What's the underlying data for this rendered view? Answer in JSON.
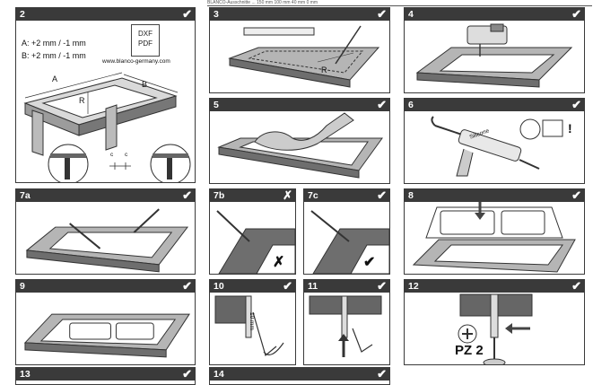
{
  "top_strip": {
    "text": "BLANCO-Ausschnitte ...    150 mm    100 mm    40 mm    0 mm"
  },
  "steps": [
    {
      "num": "2",
      "mark": "✔"
    },
    {
      "num": "3",
      "mark": "✔"
    },
    {
      "num": "4",
      "mark": "✔"
    },
    {
      "num": "5",
      "mark": "✔"
    },
    {
      "num": "6",
      "mark": "✔"
    },
    {
      "num": "7a",
      "mark": "✔"
    },
    {
      "num": "7b",
      "mark": "✗"
    },
    {
      "num": "7c",
      "mark": "✔"
    },
    {
      "num": "8",
      "mark": "✔"
    },
    {
      "num": "9",
      "mark": "✔"
    },
    {
      "num": "10",
      "mark": "✔"
    },
    {
      "num": "11",
      "mark": "✔"
    },
    {
      "num": "12",
      "mark": "✔"
    },
    {
      "num": "13",
      "mark": "✔"
    },
    {
      "num": "14",
      "mark": "✔"
    }
  ],
  "step2": {
    "tol_a": "A: +2 mm / -1 mm",
    "tol_b": "B: +2 mm / -1 mm",
    "dxf": "DXF",
    "pdf": "PDF",
    "url": "www.blanco-germany.com",
    "label_a": "A",
    "label_b": "B",
    "label_r": "R",
    "label_c1": "c",
    "label_c2": "c"
  },
  "step3": {
    "label_r": "R"
  },
  "step6": {
    "silicone": "Silicone"
  },
  "step10": {
    "dim": "10 mm"
  },
  "step12": {
    "screw": "PZ 2"
  }
}
